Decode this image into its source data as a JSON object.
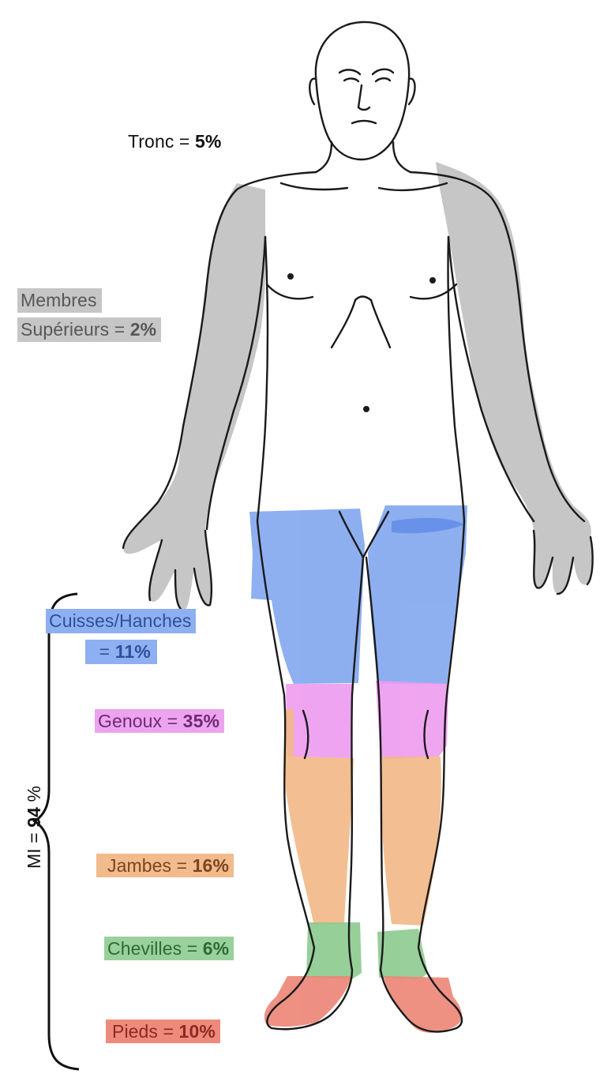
{
  "colors": {
    "upper_limbs": "#c6c6c6",
    "thighs_hips": "#7aa2ee",
    "knees": "#ee9bf0",
    "legs": "#f2b886",
    "ankles": "#8fcb91",
    "feet": "#ec8576",
    "outline": "#1a1a1a"
  },
  "labels": {
    "tronc": {
      "name": "Tronc = ",
      "value": "5%"
    },
    "membres_superieurs": {
      "line1": "Membres",
      "name": "Supérieurs = ",
      "value": "2%"
    },
    "cuisses_hanches": {
      "line1": "Cuisses/Hanches",
      "name": "= ",
      "value": "11%"
    },
    "genoux": {
      "name": "Genoux = ",
      "value": "35%"
    },
    "jambes": {
      "name": "Jambes = ",
      "value": "16%"
    },
    "chevilles": {
      "name": "Chevilles = ",
      "value": "6%"
    },
    "pieds": {
      "name": "Pieds = ",
      "value": "10%"
    },
    "membres_inferieurs": {
      "name": "MI = ",
      "value": "94",
      "unit": " %"
    }
  }
}
